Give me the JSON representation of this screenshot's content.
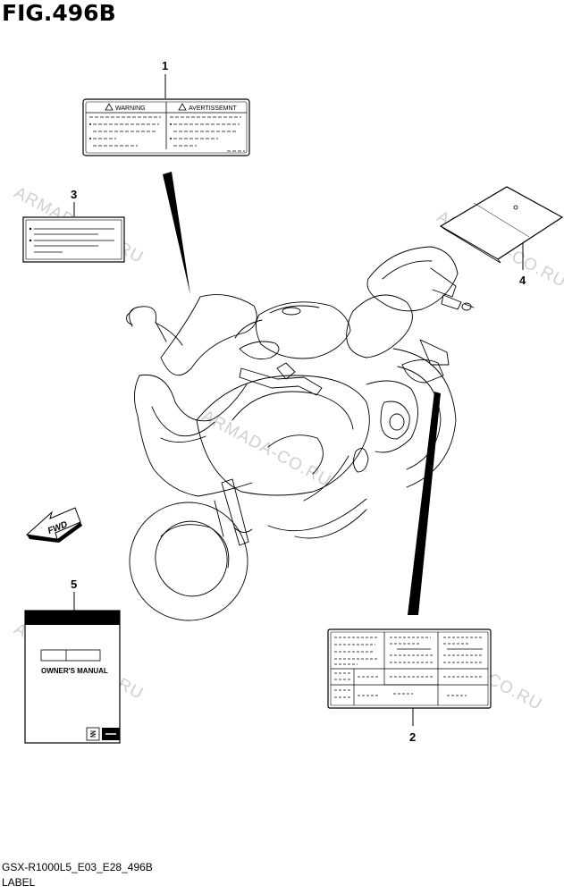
{
  "figure": {
    "title": "FIG.496B"
  },
  "footer": {
    "code": "GSX-R1000L5_E03_E28_496B",
    "label": "LABEL"
  },
  "watermark": "ARMADA-CO.RU",
  "callouts": [
    "1",
    "2",
    "3",
    "4",
    "5"
  ],
  "labels": {
    "warning_left": "WARNING",
    "warning_right": "AVERTISSEMNT",
    "manual_title": "OWNER'S MANUAL",
    "fwd": "FWD"
  },
  "colors": {
    "line": "#000000",
    "watermark": "#d0d0d0"
  }
}
